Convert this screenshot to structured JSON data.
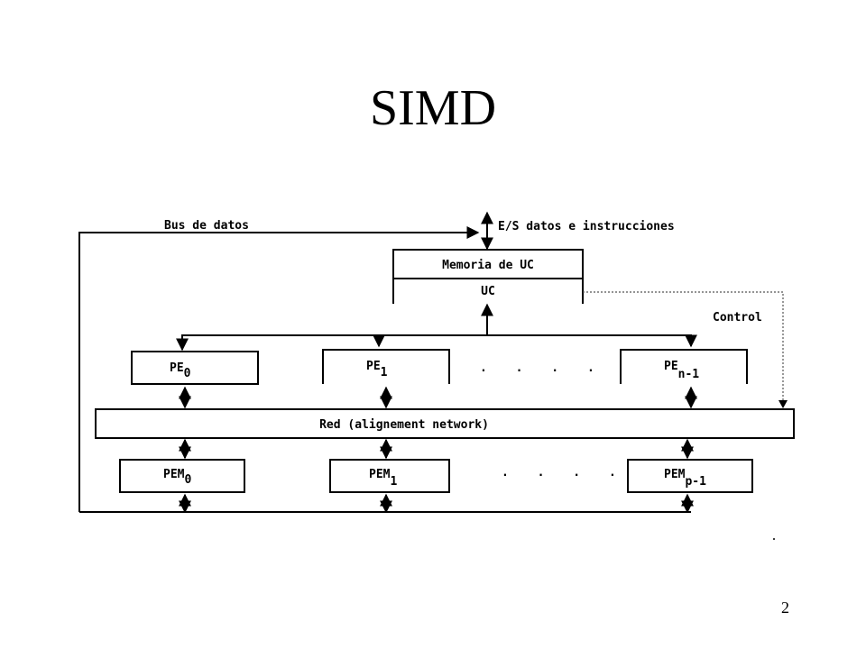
{
  "title": "SIMD",
  "page_number": "2",
  "diagram": {
    "bus_label": "Bus de datos",
    "io_label": "E/S datos e instrucciones",
    "cu_memory_label": "Memoria de UC",
    "cu_label": "UC",
    "control_label": "Control",
    "network_label": "Red (alignement network)",
    "ellipsis": ". . . .",
    "pe": [
      {
        "base": "PE",
        "sub": "0"
      },
      {
        "base": "PE",
        "sub": "1"
      },
      {
        "base": "PE",
        "sub": "n-1"
      }
    ],
    "pem": [
      {
        "base": "PEM",
        "sub": "0"
      },
      {
        "base": "PEM",
        "sub": "1"
      },
      {
        "base": "PEM",
        "sub": "p-1"
      }
    ]
  }
}
